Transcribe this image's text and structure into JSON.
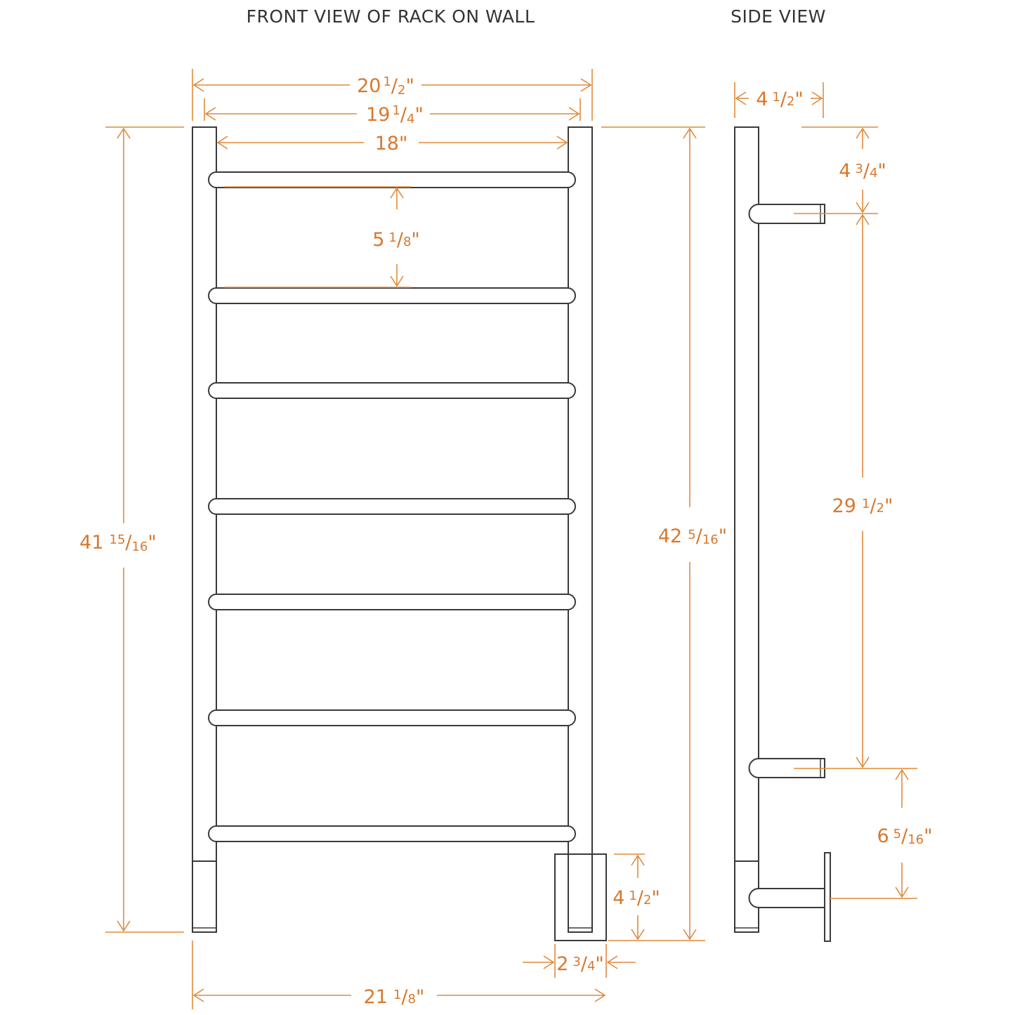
{
  "titles": {
    "front": "FRONT VIEW OF RACK ON WALL",
    "side": "SIDE VIEW"
  },
  "front_dims": {
    "overall_width": {
      "whole": "20",
      "sup": "1",
      "sep": "/",
      "sub": "2",
      "unit": "\""
    },
    "post_center_width": {
      "whole": "19",
      "sup": "1",
      "sep": "/",
      "sub": "4",
      "unit": "\""
    },
    "inner_width": {
      "whole": "18\"",
      "sup": "",
      "sep": "",
      "sub": "",
      "unit": ""
    },
    "bar_spacing": {
      "whole": "5",
      "sup": "1",
      "sep": "/",
      "sub": "8",
      "unit": "\""
    },
    "left_height": {
      "whole": "41",
      "sup": "15",
      "sep": "/",
      "sub": "16",
      "unit": "\""
    },
    "right_height": {
      "whole": "42",
      "sup": "5",
      "sep": "/",
      "sub": "16",
      "unit": "\""
    },
    "box_height": {
      "whole": "4",
      "sup": "1",
      "sep": "/",
      "sub": "2",
      "unit": "\""
    },
    "box_width": {
      "whole": "2",
      "sup": "3",
      "sep": "/",
      "sub": "4",
      "unit": "\""
    },
    "bottom_width": {
      "whole": "21",
      "sup": "1",
      "sep": "/",
      "sub": "8",
      "unit": "\""
    }
  },
  "side_dims": {
    "depth": {
      "whole": "4",
      "sup": "1",
      "sep": "/",
      "sub": "2",
      "unit": "\""
    },
    "top_offset": {
      "whole": "4",
      "sup": "3",
      "sep": "/",
      "sub": "4",
      "unit": "\""
    },
    "mount_spacing": {
      "whole": "29",
      "sup": "1",
      "sep": "/",
      "sub": "2",
      "unit": "\""
    },
    "lower_offset": {
      "whole": "6",
      "sup": "5",
      "sep": "/",
      "sub": "16",
      "unit": "\""
    }
  },
  "rack": {
    "bar_count": 7
  },
  "colors": {
    "dimension": "#d9782d",
    "outline": "#3a3a3a",
    "title": "#333333"
  }
}
